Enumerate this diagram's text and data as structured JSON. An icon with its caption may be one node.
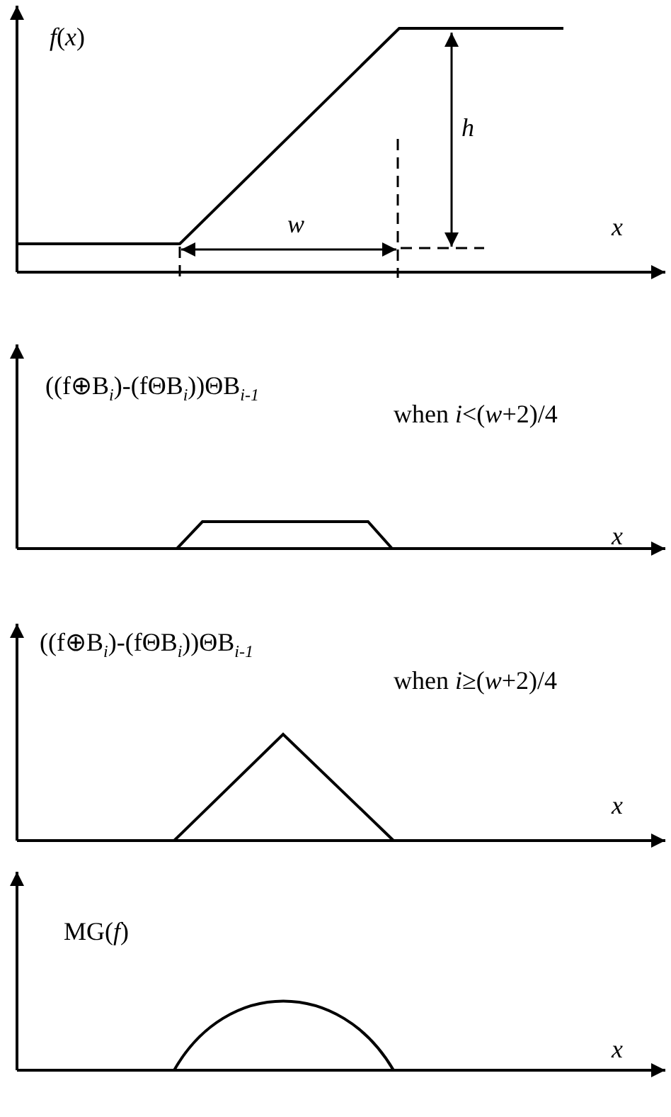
{
  "diagram": {
    "labels": [
      "*f*(*x*)",
      "*h*",
      "*w*",
      "*x*",
      "((f⊕B$_{i}$)-(fΘB$_{i}$))ΘB$_{i-1}$",
      "when *i*<(*w*+2)/4",
      "*x*",
      "((f⊕B$_{i}$)-(fΘB$_{i}$))ΘB$_{i-1}$",
      "when *i*≥(*w*+2)/4",
      "*x*",
      "MG(*f*)",
      "*x*"
    ]
  }
}
